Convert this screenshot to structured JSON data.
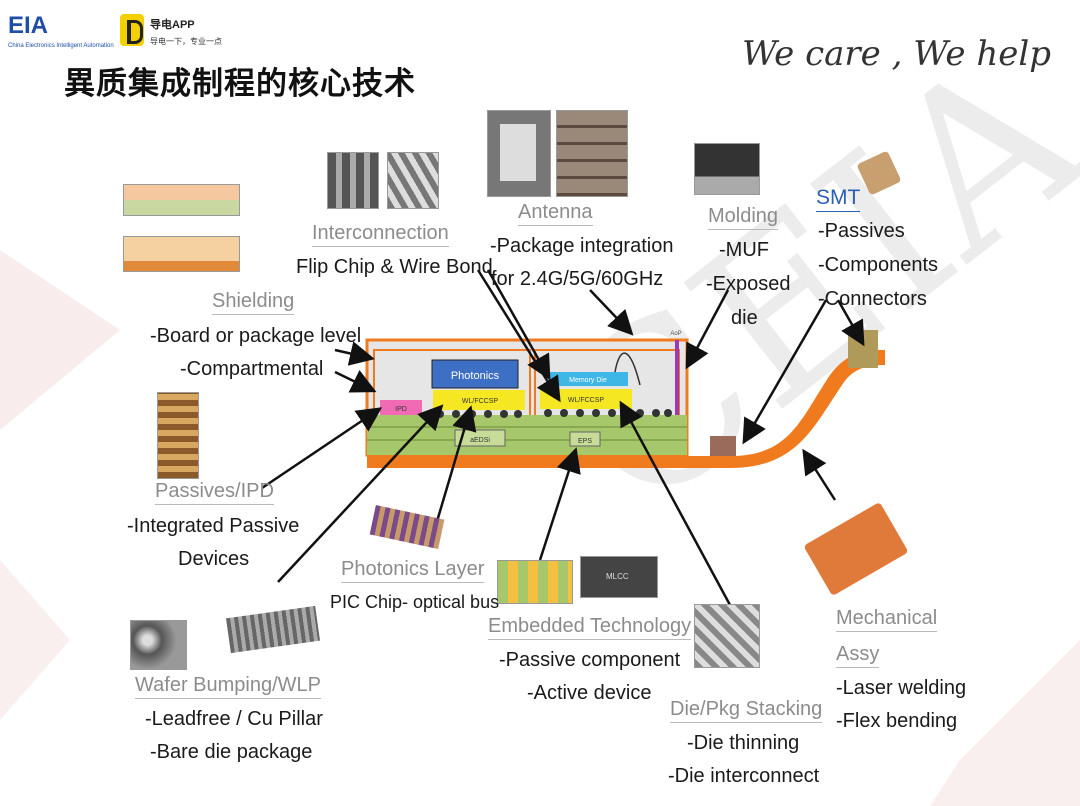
{
  "header": {
    "logo_text": "EIA",
    "logo_subtext": "China Electronics Intelligent Automation",
    "app_name": "导电APP",
    "app_slogan": "导电一下，专业一点",
    "title": "異质集成制程的核心技术",
    "tagline": "We care , We help"
  },
  "watermark": "CEIA",
  "diagram": {
    "chip_labels": {
      "photonics": "Photonics",
      "memory_die": "Memory Die",
      "wl_fccsp_left": "WL/FCCSP",
      "wl_fccsp_right": "WL/FCCSP",
      "ipd": "IPD",
      "aedsi": "aEDSi",
      "eps": "EPS",
      "aop": "AoP",
      "mlcc": "MLCC"
    },
    "callouts": {
      "interconnection": {
        "title": "Interconnection",
        "lines": [
          "Flip Chip & Wire Bond"
        ]
      },
      "antenna": {
        "title": "Antenna",
        "lines": [
          "-Package integration",
          "for 2.4G/5G/60GHz"
        ]
      },
      "molding": {
        "title": "Molding",
        "lines": [
          "-MUF",
          "-Exposed",
          "die"
        ]
      },
      "smt": {
        "title": "SMT",
        "lines": [
          "-Passives",
          "-Components",
          "-Connectors"
        ]
      },
      "shielding": {
        "title": "Shielding",
        "lines": [
          "-Board or package level",
          "-Compartmental"
        ]
      },
      "passives_ipd": {
        "title": "Passives/IPD",
        "lines": [
          "-Integrated Passive",
          "Devices"
        ]
      },
      "photonics_layer": {
        "title": "Photonics Layer",
        "lines": [
          "PIC Chip- optical bus"
        ]
      },
      "embedded": {
        "title": "Embedded Technology",
        "lines": [
          "-Passive component",
          "-Active device"
        ]
      },
      "mechanical": {
        "title": "Mechanical",
        "title2": "Assy",
        "lines": [
          "-Laser welding",
          "-Flex bending"
        ]
      },
      "wafer_bumping": {
        "title": "Wafer Bumping/WLP",
        "lines": [
          "-Leadfree / Cu Pillar",
          "-Bare die package"
        ]
      },
      "die_stacking": {
        "title": "Die/Pkg Stacking",
        "lines": [
          "-Die thinning",
          "-Die interconnect"
        ]
      }
    }
  },
  "colors": {
    "orange": "#f07b1e",
    "yellow": "#f5e823",
    "blue_chip": "#3d6fc4",
    "green_substrate": "#a6c76a",
    "pink": "#f06bb4",
    "purple": "#9a3bb5",
    "smt_blue": "#2b5fb5"
  }
}
